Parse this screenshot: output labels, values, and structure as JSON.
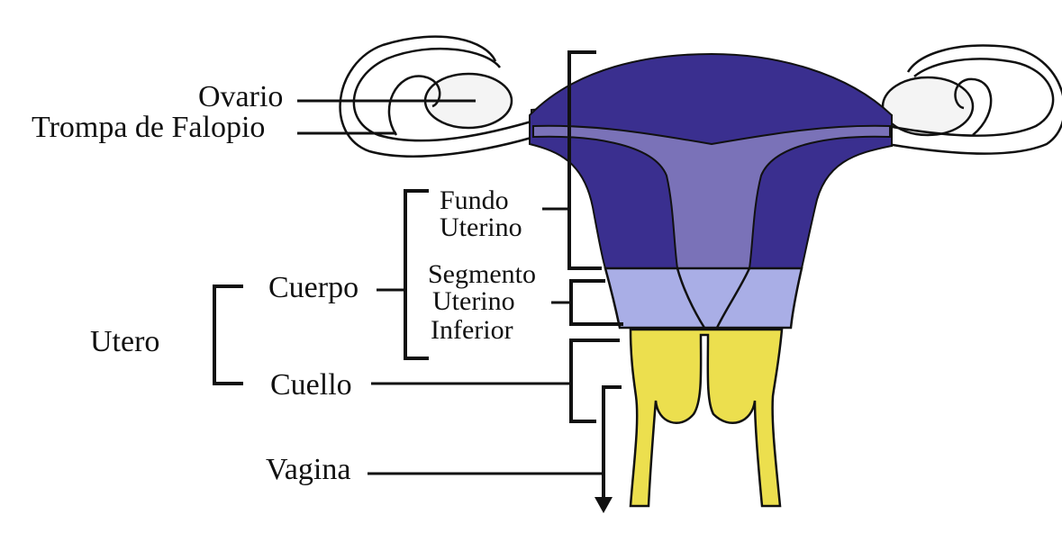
{
  "diagram": {
    "labels": {
      "ovario": "Ovario",
      "trompa": "Trompa de Falopio",
      "fundo_line1": "Fundo",
      "fundo_line2": "Uterino",
      "segmento_line1": "Segmento",
      "segmento_line2": "Uterino",
      "segmento_line3": "Inferior",
      "cuerpo": "Cuerpo",
      "utero": "Utero",
      "cuello": "Cuello",
      "vagina": "Vagina"
    },
    "colors": {
      "fundus": "#3a2f8f",
      "cavity": "#7a72b8",
      "lower_segment": "#a9aee6",
      "cervix": "#ecdf4e",
      "tube_fill": "#b9b2dd",
      "ovary_fill": "#f4f4f4"
    }
  }
}
